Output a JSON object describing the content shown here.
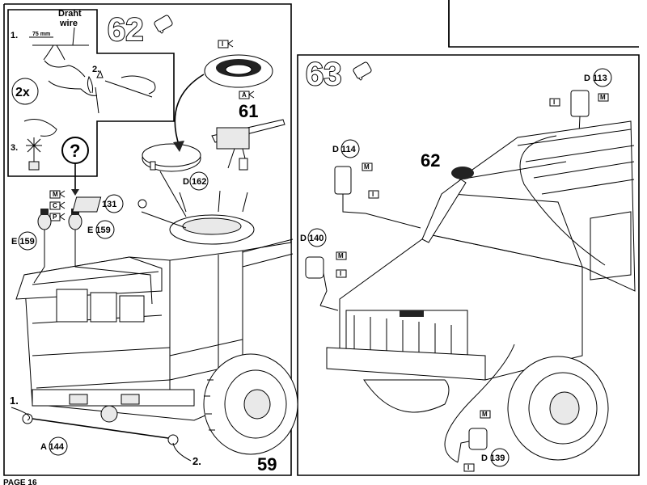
{
  "page": {
    "footer": "PAGE 16"
  },
  "step62": {
    "number": "62",
    "wire": {
      "de": "Draht",
      "en": "wire",
      "measure": "75 mm"
    },
    "substeps": [
      "1.",
      "2.",
      "3."
    ],
    "multiplier": "2x",
    "question": "?",
    "parts": {
      "p131": "D  131",
      "p159a": "E  159",
      "p159b": "E  159",
      "p162": "D  162",
      "p144": "A  144"
    },
    "paint": {
      "m": "M",
      "c": "C",
      "p": "P",
      "i": "I",
      "a": "A"
    },
    "assembly_refs": {
      "r61": "61",
      "r59": "59"
    },
    "markers": {
      "m1": "1.",
      "m2": "2."
    }
  },
  "step63": {
    "number": "63",
    "parts": {
      "p113": "D  113",
      "p114": "D  114",
      "p140": "D  140",
      "p139": "D  139"
    },
    "paint": {
      "m": "M",
      "i": "I"
    },
    "assembly_refs": {
      "r62": "62"
    }
  }
}
